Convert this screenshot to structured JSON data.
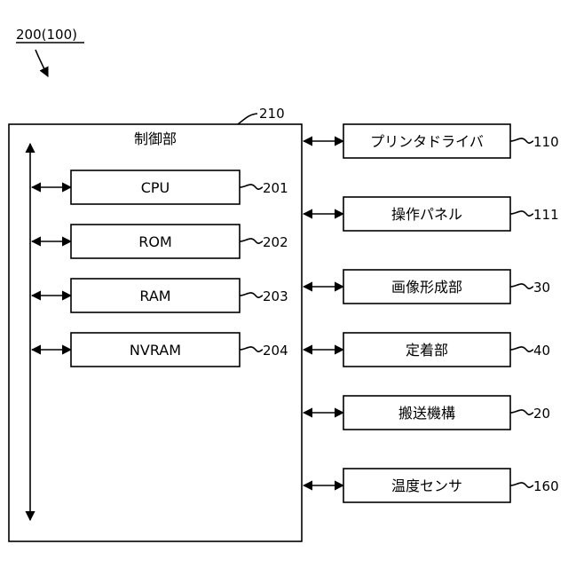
{
  "figure": {
    "ref": "200(100)"
  },
  "controller": {
    "title": "制御部",
    "ref": "210",
    "components": [
      {
        "label": "CPU",
        "ref": "201"
      },
      {
        "label": "ROM",
        "ref": "202"
      },
      {
        "label": "RAM",
        "ref": "203"
      },
      {
        "label": "NVRAM",
        "ref": "204"
      }
    ]
  },
  "peripherals": [
    {
      "label": "プリンタドライバ",
      "ref": "110"
    },
    {
      "label": "操作パネル",
      "ref": "111"
    },
    {
      "label": "画像形成部",
      "ref": "30"
    },
    {
      "label": "定着部",
      "ref": "40"
    },
    {
      "label": "搬送機構",
      "ref": "20"
    },
    {
      "label": "温度センサ",
      "ref": "160"
    }
  ]
}
